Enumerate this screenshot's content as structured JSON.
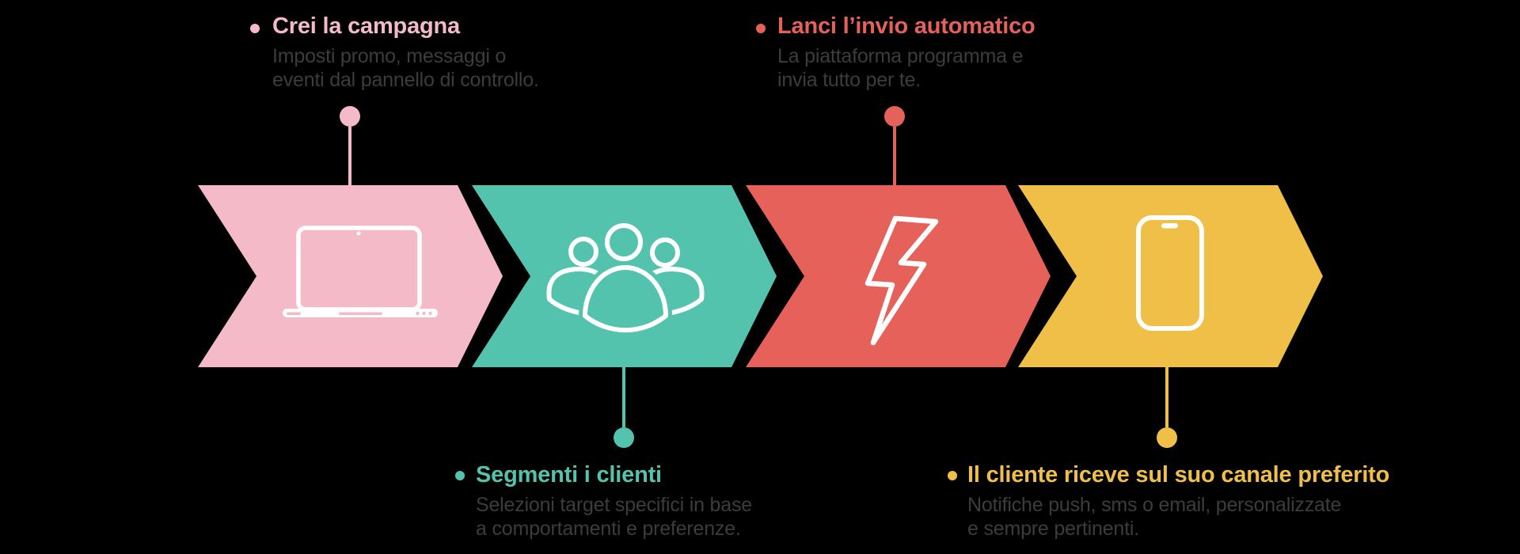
{
  "background": "#000000",
  "icon_color": "#FFFFFF",
  "description_color": "#3B3D3D",
  "steps": [
    {
      "title": "Crei la campagna",
      "description_lines": [
        "Imposti promo, messaggi o",
        "eventi dal pannello di controllo."
      ],
      "color": "#F4BAC7",
      "icon": "laptop-icon",
      "label_position": "top"
    },
    {
      "title": "Segmenti i clienti",
      "description_lines": [
        "Selezioni target specifici in base",
        "a comportamenti e preferenze."
      ],
      "color": "#54C3AD",
      "icon": "people-icon",
      "label_position": "bottom"
    },
    {
      "title": "Lanci l’invio automatico",
      "description_lines": [
        "La piattaforma programma e",
        "invia tutto per te."
      ],
      "color": "#E6615A",
      "icon": "lightning-icon",
      "label_position": "top"
    },
    {
      "title": "Il cliente riceve sul suo canale preferito",
      "description_lines": [
        "Notifiche push, sms o email, personalizzate",
        "e sempre pertinenti."
      ],
      "color": "#F0BF47",
      "icon": "smartphone-icon",
      "label_position": "bottom"
    }
  ]
}
